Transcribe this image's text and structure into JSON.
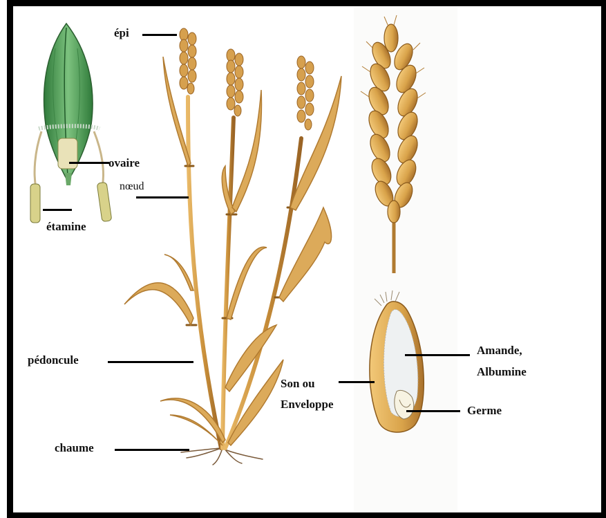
{
  "labels": {
    "epi": "épi",
    "ovaire": "ovaire",
    "noeud": "nœud",
    "etamine": "étamine",
    "pedoncule": "pédoncule",
    "chaume": "chaume",
    "son_line1": "Son ou",
    "son_line2": "Enveloppe",
    "amande_line1": "Amande,",
    "amande_line2": "Albumine",
    "germe": "Germe"
  },
  "colors": {
    "stem": "#c98f3a",
    "stem_dark": "#8a5a1c",
    "grain": "#d9a34a",
    "flower_green": "#4f9a55",
    "albumen": "#eef1f2"
  }
}
